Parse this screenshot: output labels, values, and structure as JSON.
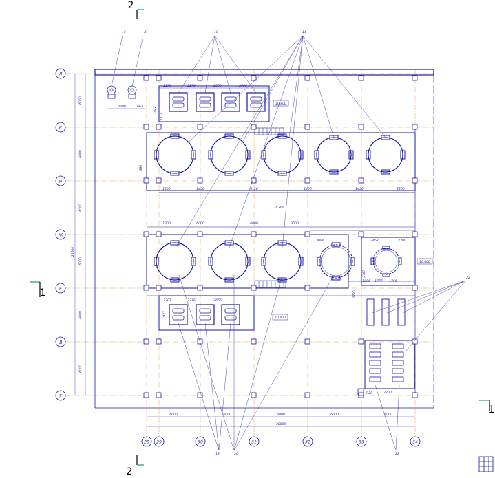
{
  "axes": {
    "rows": [
      "Л",
      "К",
      "И",
      "Ж",
      "Е",
      "Д",
      "Г"
    ],
    "cols": [
      "28",
      "29",
      "30",
      "31",
      "32",
      "33",
      "34"
    ]
  },
  "sections": {
    "s1_left": "1",
    "s1_right": "1",
    "s2_top": "2",
    "s2_bottom": "2"
  },
  "callouts": {
    "top_a": "15",
    "top_b": "21",
    "top_c": "18",
    "top_d": "14",
    "right": "22",
    "bottom_a": "18",
    "bottom_b": "20",
    "bottom_c": "22"
  },
  "marks": {
    "upper_room": "10.800",
    "center_level": "7.200",
    "right_room": "10.800",
    "lower_room": "10.800",
    "small_level": "6.20"
  },
  "dims": {
    "bottom_spans": [
      "6000",
      "6000",
      "6000",
      "6000",
      "6000"
    ],
    "bottom_total": "30000",
    "left_spans": [
      "6000",
      "6000",
      "6000",
      "6000",
      "6000",
      "6000"
    ],
    "left_total": "21000",
    "top_row": [
      "2376",
      "2376",
      "2666",
      "2666"
    ],
    "top_row2": [
      "2200",
      "1667",
      "1422",
      "2313"
    ],
    "row_k": [
      "1200",
      "1456",
      "4126",
      "1456",
      "1456",
      "2200"
    ],
    "row_zh": [
      "1300",
      "6000",
      "6000",
      "3000"
    ],
    "right_block": [
      "3096",
      "2462",
      "2200"
    ],
    "right_low": [
      "1006",
      "1777",
      "1756"
    ],
    "lower_row": [
      "2307",
      "2376",
      "2666"
    ],
    "misc": [
      "390",
      "1927",
      "2200",
      "2780",
      "3767"
    ]
  }
}
